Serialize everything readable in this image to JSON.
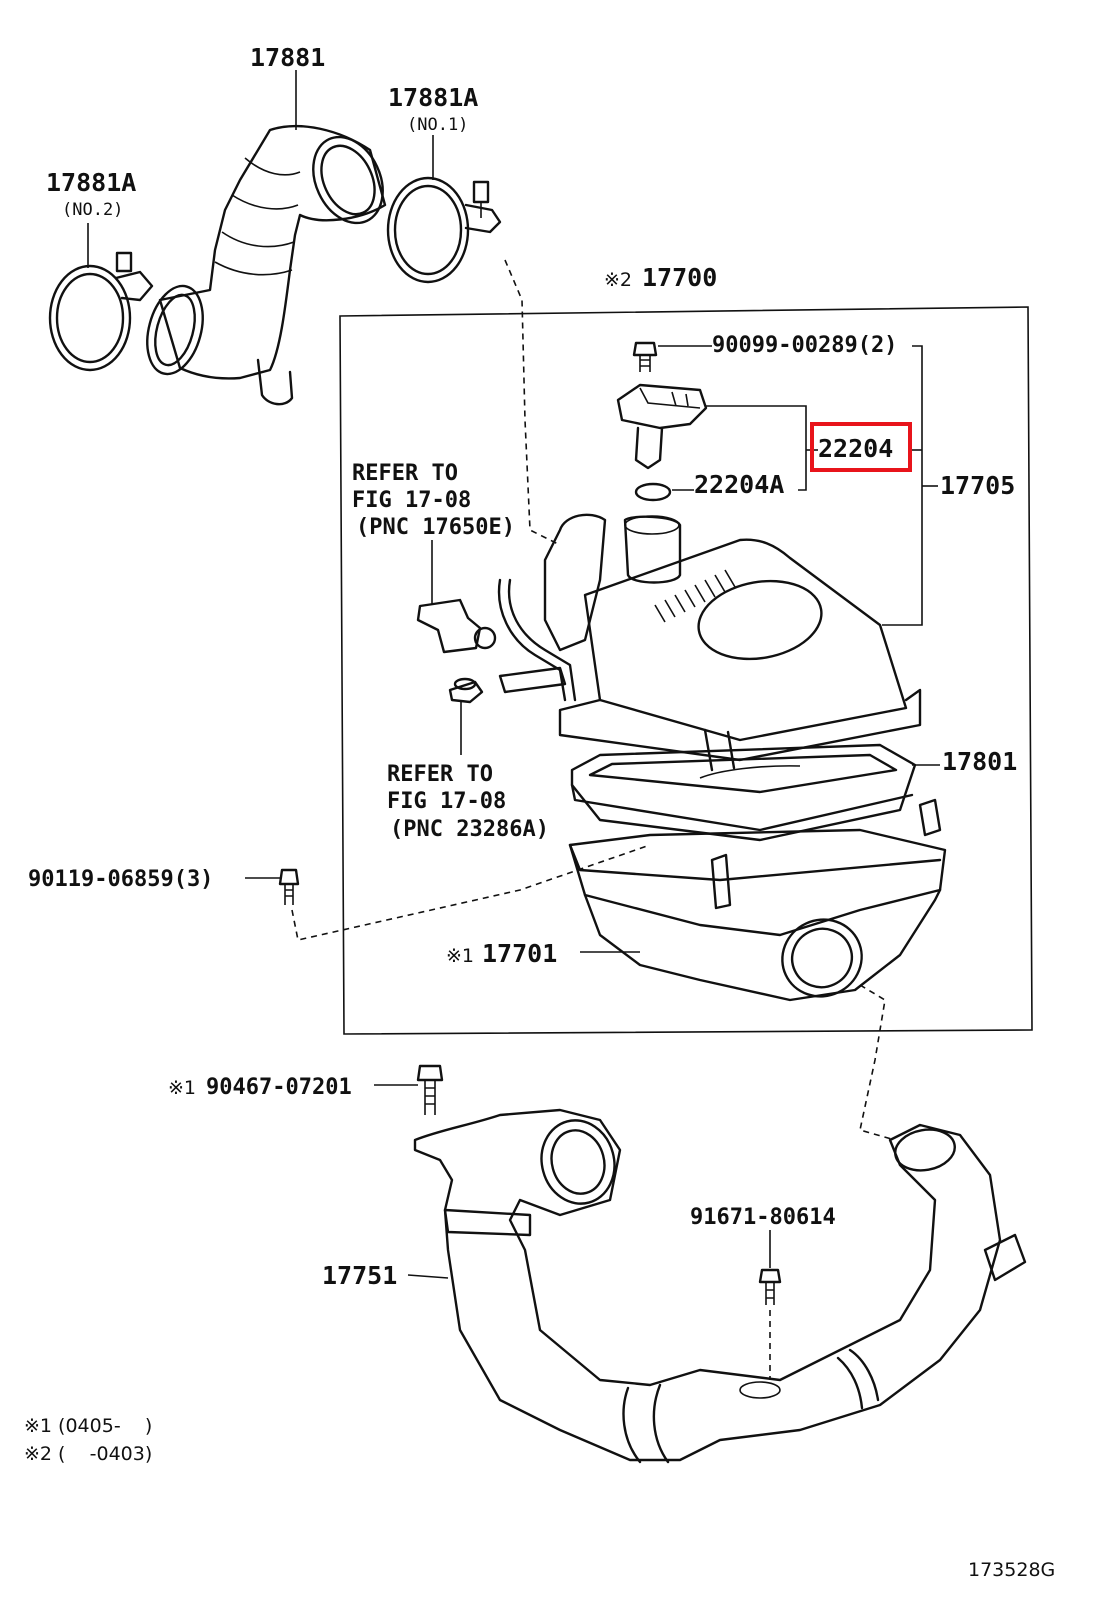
{
  "labels": {
    "p17881": "17881",
    "p17881A_no1": "17881A",
    "p17881A_no1_sub": "(NO.1)",
    "p17881A_no2": "17881A",
    "p17881A_no2_sub": "(NO.2)",
    "p17700_mark": "※2",
    "p17700": "17700",
    "p90099": "90099-00289(2)",
    "p22204": "22204",
    "p22204A": "22204A",
    "p17705": "17705",
    "refer1_line1": "REFER TO",
    "refer1_line2": "FIG 17-08",
    "refer1_line3": "(PNC 17650E)",
    "refer2_line1": "REFER TO",
    "refer2_line2": "FIG 17-08",
    "refer2_line3": "(PNC 23286A)",
    "p17801": "17801",
    "p90119": "90119-06859(3)",
    "p17701_mark": "※1",
    "p17701": "17701",
    "p90467_mark": "※1",
    "p90467": "90467-07201",
    "p91671": "91671-80614",
    "p17751": "17751"
  },
  "notes": {
    "note1": "※1 (0405-    )",
    "note2": "※2 (    -0403)"
  },
  "figure_code": "173528G",
  "highlight_color": "#e8141b"
}
